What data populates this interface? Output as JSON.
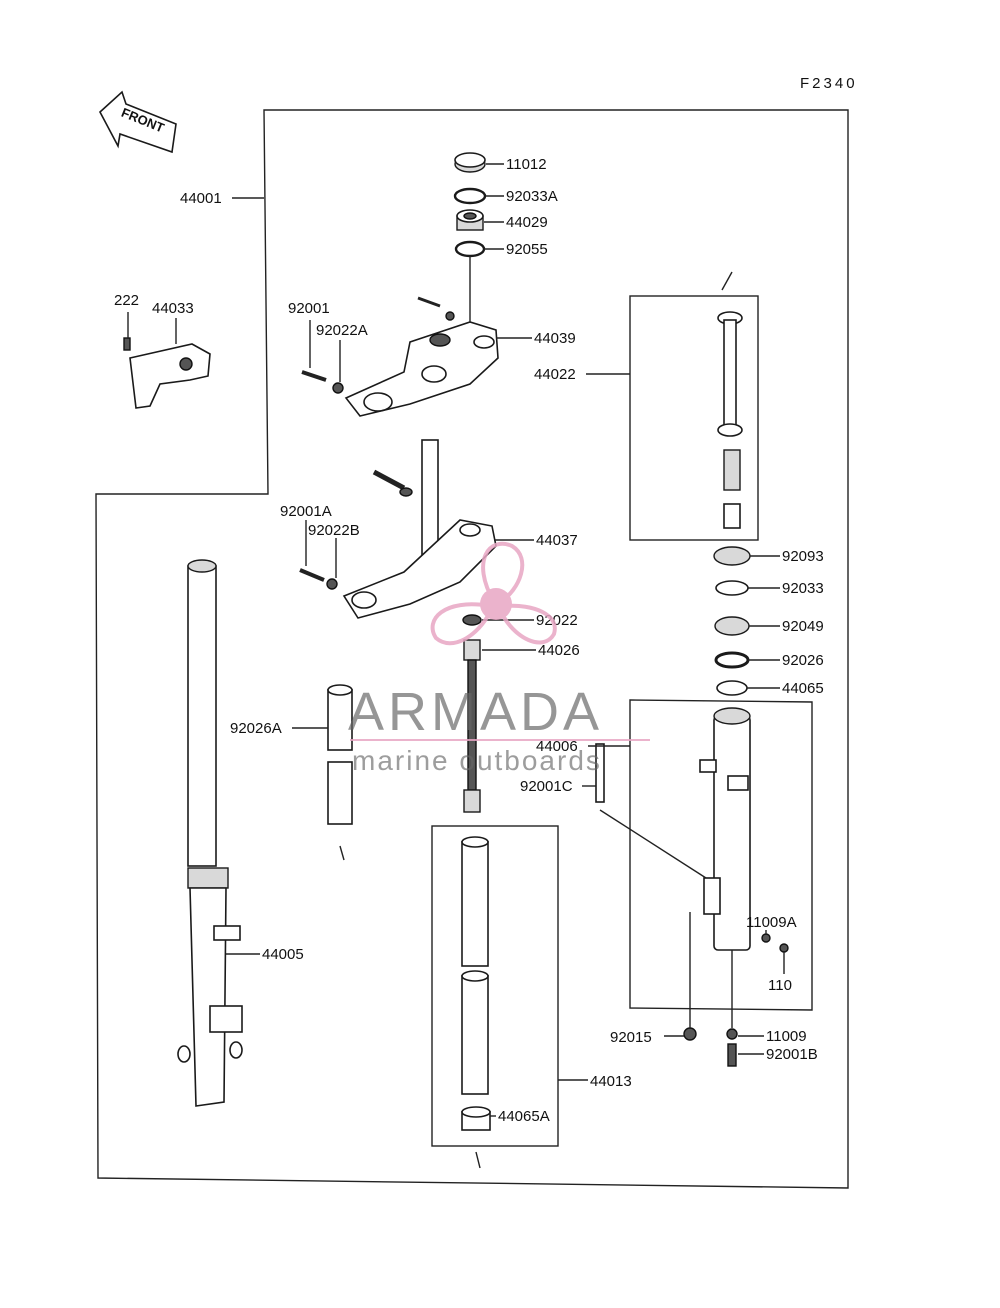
{
  "diagram": {
    "figure_code": "F2340",
    "front_arrow_label": "FRONT",
    "labels": {
      "p11012": "11012",
      "p92033A": "92033A",
      "p44029": "44029",
      "p92055": "92055",
      "p44001": "44001",
      "p222": "222",
      "p44033": "44033",
      "p92001": "92001",
      "p92022A": "92022A",
      "p44039": "44039",
      "p44022": "44022",
      "p92001A": "92001A",
      "p92022B": "92022B",
      "p44037": "44037",
      "p92093": "92093",
      "p92033": "92033",
      "p92022": "92022",
      "p92049": "92049",
      "p44026": "44026",
      "p92026": "92026",
      "p44065": "44065",
      "p92026A": "92026A",
      "p44006": "44006",
      "p92001C": "92001C",
      "p11009A": "11009A",
      "p44005": "44005",
      "p110": "110",
      "p92015": "92015",
      "p11009": "11009",
      "p92001B": "92001B",
      "p44013": "44013",
      "p44065A": "44065A"
    }
  },
  "watermark": {
    "brand": "ARMADA",
    "tagline": "marine outboards",
    "color_primary": "#e8a6c4",
    "color_text": "#555555"
  }
}
